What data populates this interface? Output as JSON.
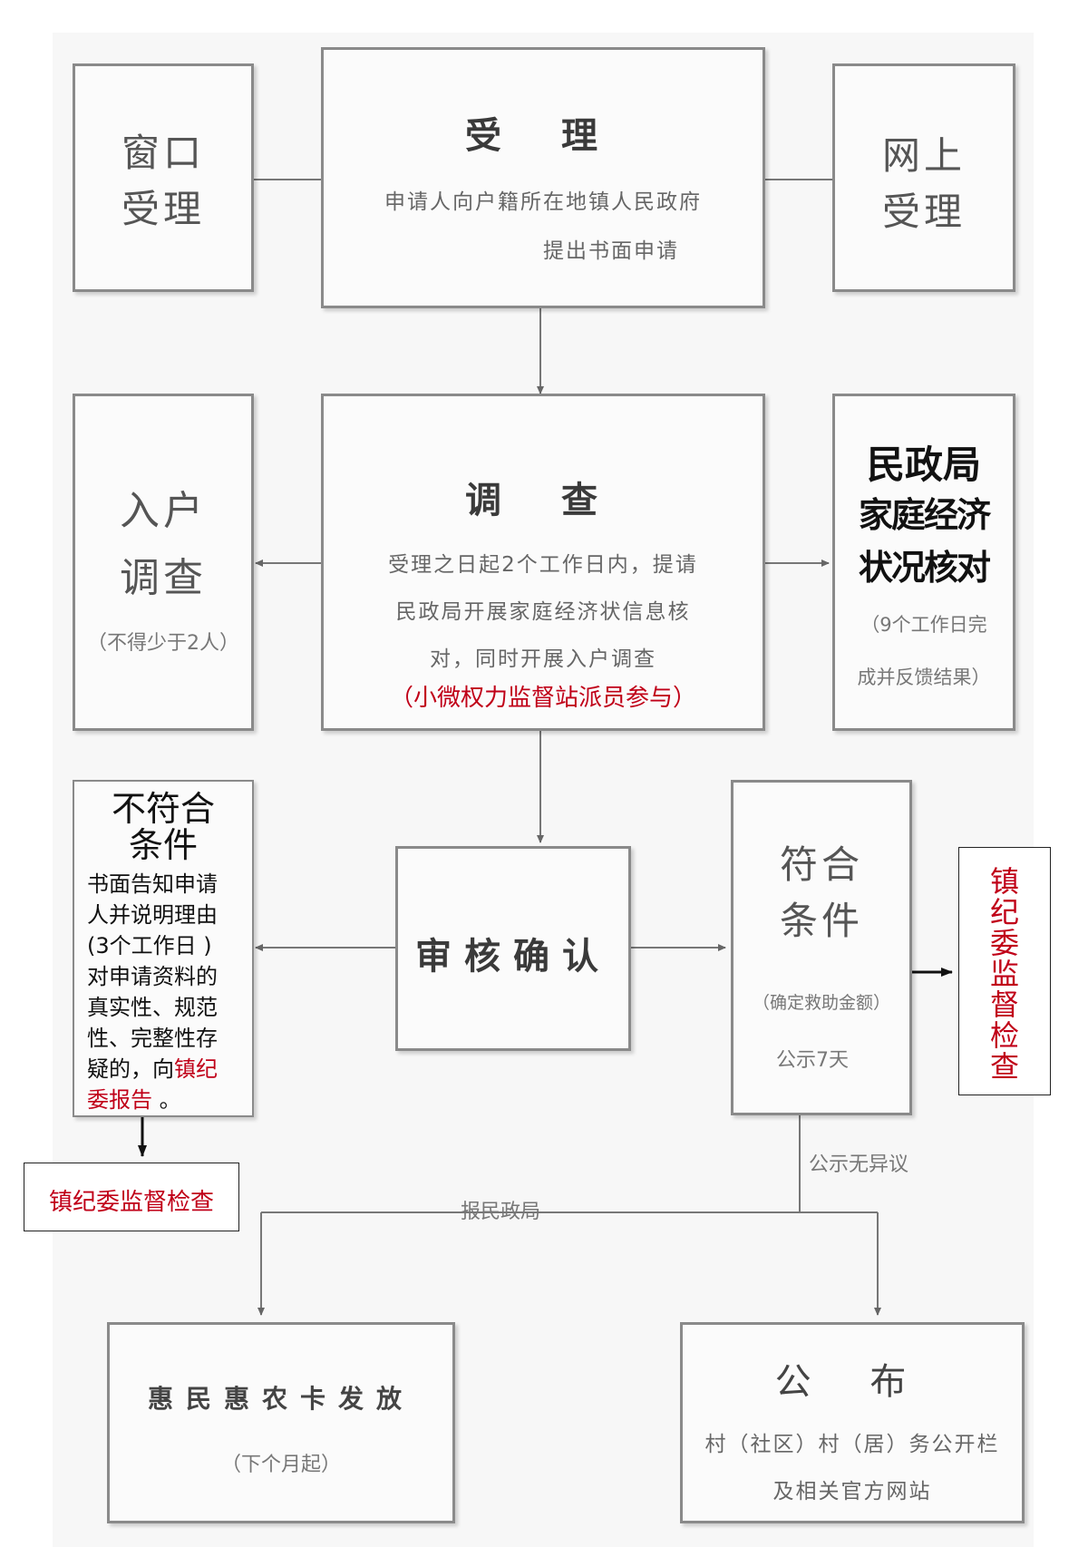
{
  "nodes": {
    "window": {
      "line1": "窗口",
      "line2": "受理"
    },
    "accept": {
      "title": "受 理",
      "desc1": "申请人向户籍所在地镇人民政府",
      "desc2": "提出书面申请"
    },
    "online": {
      "line1": "网上",
      "line2": "受理"
    },
    "home_visit": {
      "line1": "入户",
      "line2": "调查",
      "note": "（不得少于2人）"
    },
    "investigate": {
      "title": "调 查",
      "desc1": "受理之日起2个工作日内，提请",
      "desc2": "民政局开展家庭经济状信息核",
      "desc3": "对，同时开展入户调查",
      "red_note": "（小微权力监督站派员参与）"
    },
    "bureau_check": {
      "line1": "民政局",
      "line2": "家庭经济",
      "line3": "状况核对",
      "note1": "（9个工作日完",
      "note2": "成并反馈结果）"
    },
    "not_qualified": {
      "title1": "不符合",
      "title2": "条件",
      "text": [
        "书面告知申请",
        "人并说明理由",
        "(3个工作日 )",
        "对申请资料的",
        "真实性、规范",
        "性、完整性存"
      ],
      "line7_black": "疑的，向",
      "line7_red": "镇纪",
      "line8_red": "委报告",
      "line8_tail": " 。"
    },
    "review": {
      "title": "审核确认"
    },
    "qualified": {
      "line1": "符合",
      "line2": "条件",
      "note": "（确定救助金额）",
      "publicity": "公示7天"
    },
    "supervise_right": {
      "chars": [
        "镇",
        "纪",
        "委",
        "监",
        "督",
        "检",
        "查"
      ]
    },
    "supervise_left": {
      "text": "镇纪委监督检查"
    },
    "card": {
      "title": "惠民惠农卡发放",
      "note": "（下个月起）"
    },
    "publish": {
      "title": "公 布",
      "desc1": "村（社区）村（居）务公开栏",
      "desc2": "及相关官方网站"
    }
  },
  "edge_labels": {
    "no_objection": "公示无异议",
    "report_bureau": "报民政局"
  },
  "colors": {
    "red": "#c00018",
    "border": "#8a8a8a",
    "line": "#777777"
  }
}
